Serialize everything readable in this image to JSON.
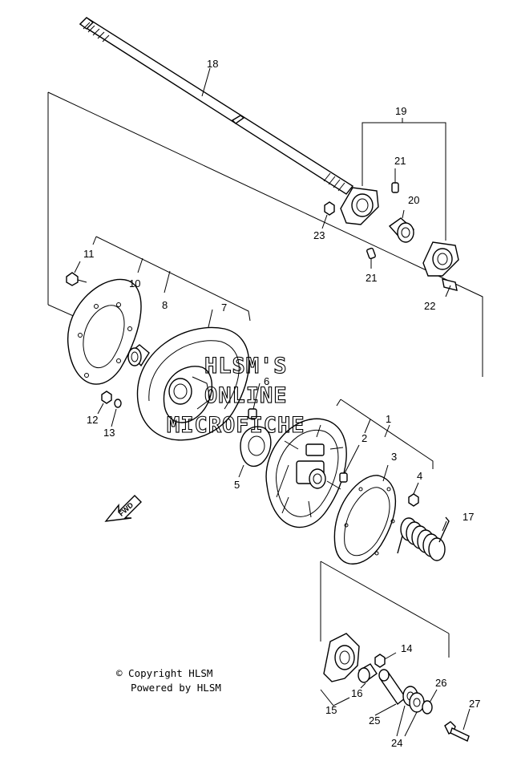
{
  "labels": {
    "p1": "1",
    "p2": "2",
    "p3": "3",
    "p4": "4",
    "p5": "5",
    "p6": "6",
    "p7": "7",
    "p8": "8",
    "p10": "10",
    "p11": "11",
    "p12": "12",
    "p13": "13",
    "p14": "14",
    "p15": "15",
    "p16": "16",
    "p17": "17",
    "p18": "18",
    "p19": "19",
    "p20": "20",
    "p21a": "21",
    "p21b": "21",
    "p22": "22",
    "p23": "23",
    "p24": "24",
    "p25": "25",
    "p26": "26",
    "p27": "27"
  },
  "fwd_arrow": "FWD",
  "watermark": {
    "line1": "HLSM'S",
    "line2": "ONLINE",
    "line3": "MICROFICHE"
  },
  "copyright": {
    "line1": "© Copyright HLSM",
    "line2": "Powered by HLSM"
  }
}
